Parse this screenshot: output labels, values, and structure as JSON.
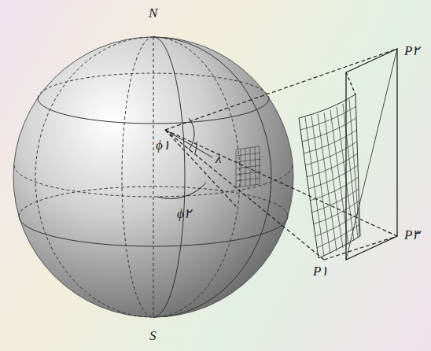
{
  "diagram": {
    "labels": [
      "N",
      "S",
      "ϕ۱",
      "λ",
      "ϕ۲",
      "P۲",
      "P۳",
      "P۱"
    ]
  }
}
